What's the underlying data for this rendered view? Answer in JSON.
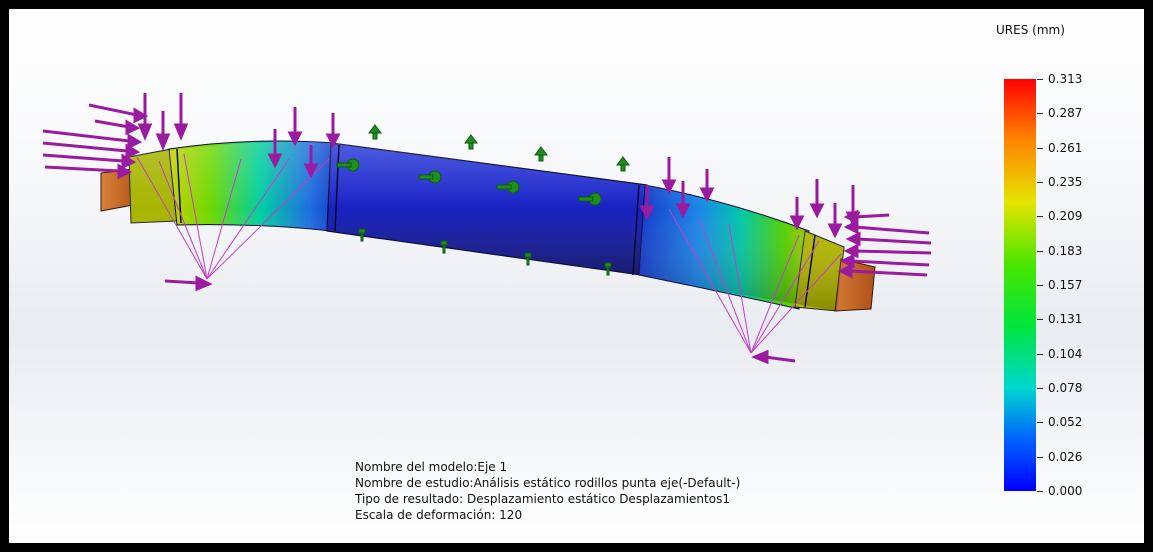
{
  "legend": {
    "title": "URES (mm)",
    "ticks": [
      "0.313",
      "0.287",
      "0.261",
      "0.235",
      "0.209",
      "0.183",
      "0.157",
      "0.131",
      "0.104",
      "0.078",
      "0.052",
      "0.026",
      "0.000"
    ],
    "colors": {
      "max": "#ff0000",
      "high": "#ff7f00",
      "mid_high": "#e5e500",
      "mid": "#49e600",
      "mid_low": "#00d7ce",
      "low": "#005eff",
      "min": "#0000ff"
    }
  },
  "info": {
    "model_name": "Nombre del modelo:Eje 1",
    "study_name": "Nombre de estudio:Análisis estático rodillos punta eje(-Default-)",
    "result_type": "Tipo de resultado: Desplazamiento estático Desplazamientos1",
    "deformation_scale": "Escala de deformación: 120"
  },
  "colors": {
    "border": "#000000",
    "load_arrow": "#9b1ba0",
    "fixture": "#1c8f1c"
  }
}
